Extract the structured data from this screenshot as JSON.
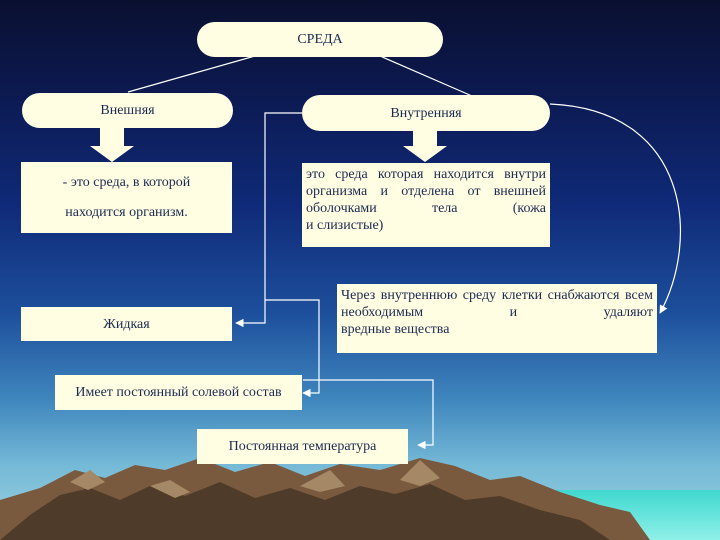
{
  "root": {
    "label": "СРЕДА"
  },
  "external": {
    "label": "Внешняя",
    "definition_line1": "- это среда, в которой",
    "definition_line2": "находится организм."
  },
  "internal": {
    "label": "Внутренняя",
    "definition": "это среда которая находится внутри организма и отделена от внешней оболочками тела (кожа",
    "definition_last": "и слизистые)"
  },
  "function_note": {
    "text": "Через внутреннюю среду клетки снабжаются всем необходимым и удаляют",
    "text_last": "вредные вещества"
  },
  "properties": {
    "liquid": "Жидкая",
    "salt": "Имеет постоянный солевой состав",
    "temperature": "Постоянная температура"
  },
  "colors": {
    "box_fill": "#fffde2",
    "text": "#1b2a52",
    "connector": "#ffffff",
    "block_arrow": "#fffde2"
  }
}
